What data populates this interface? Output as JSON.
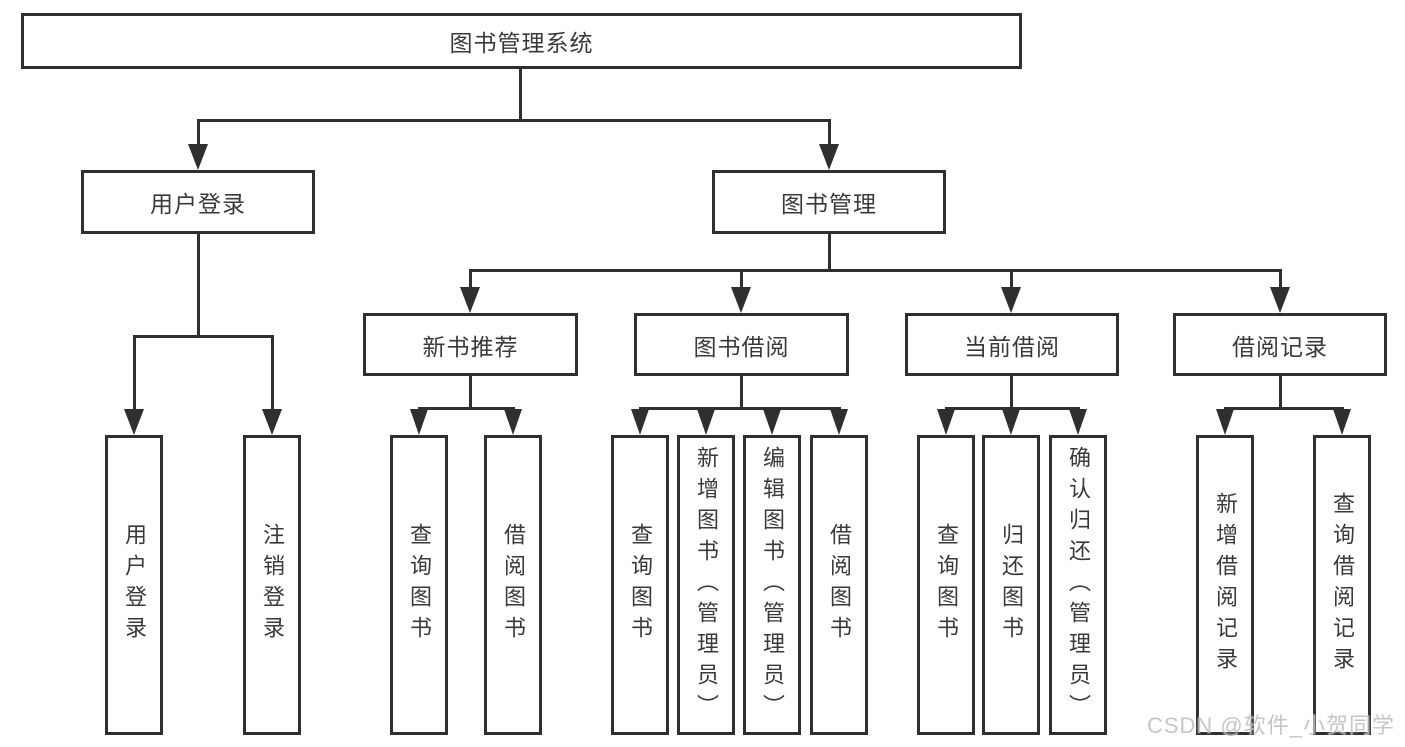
{
  "diagram": {
    "root": {
      "label": "图书管理系统"
    },
    "level2": [
      {
        "label": "用户登录"
      },
      {
        "label": "图书管理"
      }
    ],
    "level3": [
      {
        "label": "新书推荐"
      },
      {
        "label": "图书借阅"
      },
      {
        "label": "当前借阅"
      },
      {
        "label": "借阅记录"
      }
    ],
    "leaves": {
      "user_login": [
        "用户登录",
        "注销登录"
      ],
      "new_book_recommendation": [
        "查询图书",
        "借阅图书"
      ],
      "book_borrowing": [
        "查询图书",
        "新增图书（管理员）",
        "编辑图书（管理员）",
        "借阅图书"
      ],
      "current_borrowing": [
        "查询图书",
        "归还图书",
        "确认归还（管理员）"
      ],
      "borrowing_records": [
        "新增借阅记录",
        "查询借阅记录"
      ]
    }
  },
  "watermark": {
    "text": "CSDN @软件_小贺同学",
    "color": "#bdbdbd"
  },
  "colors": {
    "line": "#2f2f2f",
    "text": "#3a3a3a",
    "background": "#ffffff"
  }
}
